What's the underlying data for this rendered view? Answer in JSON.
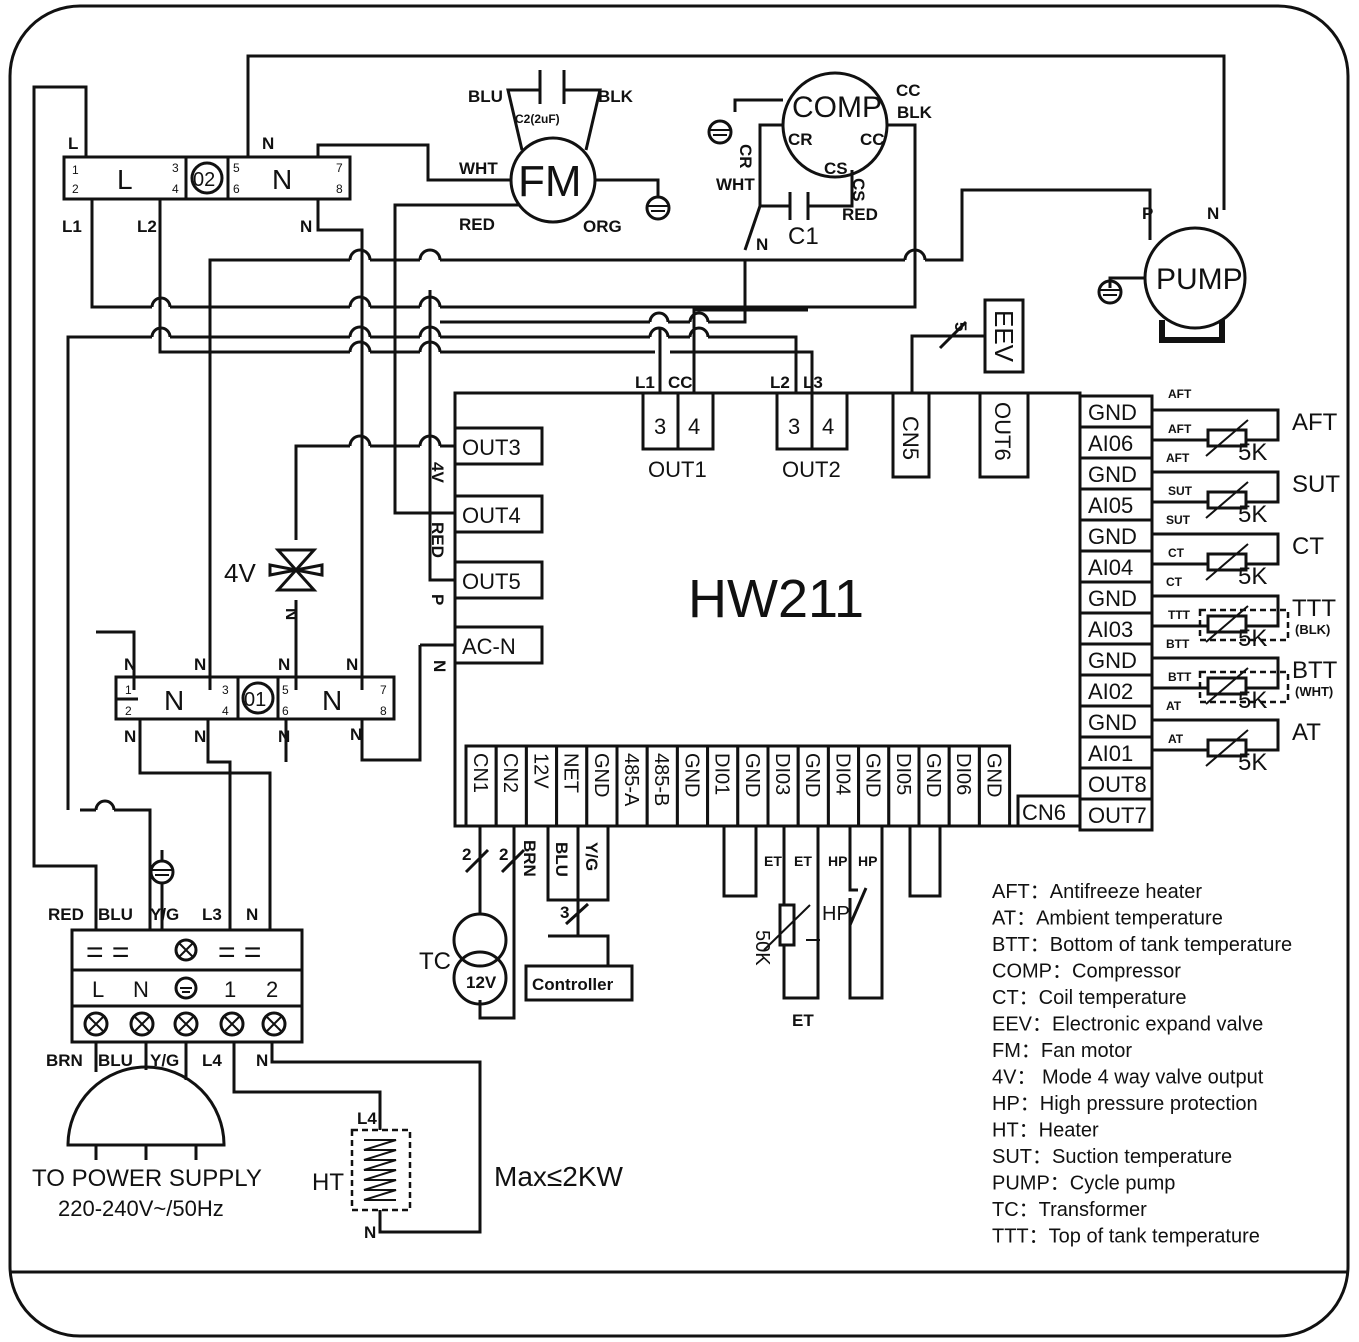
{
  "board": {
    "title": "HW211"
  },
  "top_pins": [
    "3",
    "4",
    "3",
    "4"
  ],
  "out_labels": {
    "out1": "OUT1",
    "out2": "OUT2",
    "cn5": "CN5",
    "out6": "OUT6"
  },
  "top_wire_labels": {
    "l1": "L1",
    "cc": "CC",
    "l2": "L2",
    "l3": "L3"
  },
  "left_ports": [
    "OUT3",
    "OUT4",
    "OUT5",
    "AC-N"
  ],
  "left_wire_labels": [
    "4V",
    "RED",
    "P",
    "N"
  ],
  "right_ports": [
    "GND",
    "AI06",
    "GND",
    "AI05",
    "GND",
    "AI04",
    "GND",
    "AI03",
    "GND",
    "AI02",
    "GND",
    "AI01",
    "OUT8",
    "OUT7"
  ],
  "bottom_ports": [
    "CN1",
    "CN2",
    "12V",
    "NET",
    "GND",
    "485-A",
    "485-B",
    "GND",
    "DI01",
    "GND",
    "DI03",
    "GND",
    "DI04",
    "GND",
    "DI05",
    "GND",
    "DI06",
    "GND"
  ],
  "cn6": "CN6",
  "sensors": [
    {
      "name": "AFT",
      "sub": "AFT",
      "hdr": "AFT",
      "res": "5K"
    },
    {
      "name": "SUT",
      "sub": "SUT",
      "hdr": "SUT",
      "res": "5K"
    },
    {
      "name": "CT",
      "sub": "CT",
      "hdr": "CT",
      "res": "5K"
    },
    {
      "name": "TTT",
      "note": "(BLK)",
      "sub": "TTT",
      "hdr": "BTT",
      "res": "5K"
    },
    {
      "name": "BTT",
      "note": "(WHT)",
      "sub": "BTT",
      "hdr": "AT",
      "res": "5K"
    },
    {
      "name": "AT",
      "sub": "AT",
      "res": "5K"
    }
  ],
  "components": {
    "fm": "FM",
    "comp": "COMP",
    "pump": "PUMP",
    "eev": "EEV",
    "c1": "C1",
    "c2": "C2(2uF)",
    "fourv": "4V",
    "tc": "TC",
    "tc_volt": "12V",
    "controller": "Controller",
    "ht": "HT",
    "hp": "HP",
    "et": "ET",
    "et_res": "50K"
  },
  "wire_labels": {
    "blu": "BLU",
    "blk": "BLK",
    "wht": "WHT",
    "red": "RED",
    "org": "ORG",
    "cc": "CC",
    "ccblk": "BLK",
    "cr": "CR",
    "cs": "CS",
    "comp_cr": "CR",
    "comp_cc": "CC",
    "comp_cs": "CS",
    "c1wht": "WHT",
    "c1red": "RED",
    "c1n": "N",
    "p": "P",
    "n": "N",
    "eev5": "5",
    "brn": "BRN",
    "yg": "Y/G",
    "blu2": "BLU",
    "two1": "2",
    "two2": "2",
    "three": "3",
    "fourv_n": "N",
    "et1": "ET",
    "et2": "ET",
    "hp1": "HP",
    "hp2": "HP",
    "l4": "L4",
    "ht_n": "N",
    "top_wht": "WHT"
  },
  "relay02": {
    "id": "02",
    "left": "L",
    "right": "N",
    "pins": [
      "1",
      "2",
      "3",
      "4",
      "5",
      "6",
      "7",
      "8"
    ],
    "top_labels": [
      "L",
      "N"
    ],
    "bottom_labels": [
      "L1",
      "L2",
      "N"
    ]
  },
  "relay01": {
    "id": "01",
    "left": "N",
    "right": "N",
    "pins": [
      "1",
      "2",
      "3",
      "4",
      "5",
      "6",
      "7",
      "8"
    ],
    "top_labels": [
      "N",
      "N",
      "N",
      "N"
    ],
    "bottom_labels": [
      "N",
      "N",
      "N",
      "N"
    ]
  },
  "terminal": {
    "top_labels": [
      "RED",
      "BLU",
      "Y/G",
      "L3",
      "N"
    ],
    "row_labels": [
      "L",
      "N",
      "1",
      "2"
    ],
    "bottom_labels": [
      "BRN",
      "BLU",
      "Y/G",
      "L4",
      "N"
    ]
  },
  "power": {
    "line1": "TO POWER SUPPLY",
    "line2": "220-240V~/50Hz"
  },
  "ht_max": "Max≤2KW",
  "legend": [
    "AFT：Antifreeze heater",
    "AT：Ambient temperature",
    "BTT：Bottom of tank temperature",
    "COMP：Compressor",
    "CT：Coil temperature",
    "EEV：Electronic expand valve",
    "FM：Fan motor",
    "4V：  Mode 4 way valve output",
    "HP：High pressure protection",
    "HT：Heater",
    "SUT：Suction temperature",
    "PUMP：Cycle pump",
    "TC：Transformer",
    "TTT：Top of tank temperature"
  ]
}
